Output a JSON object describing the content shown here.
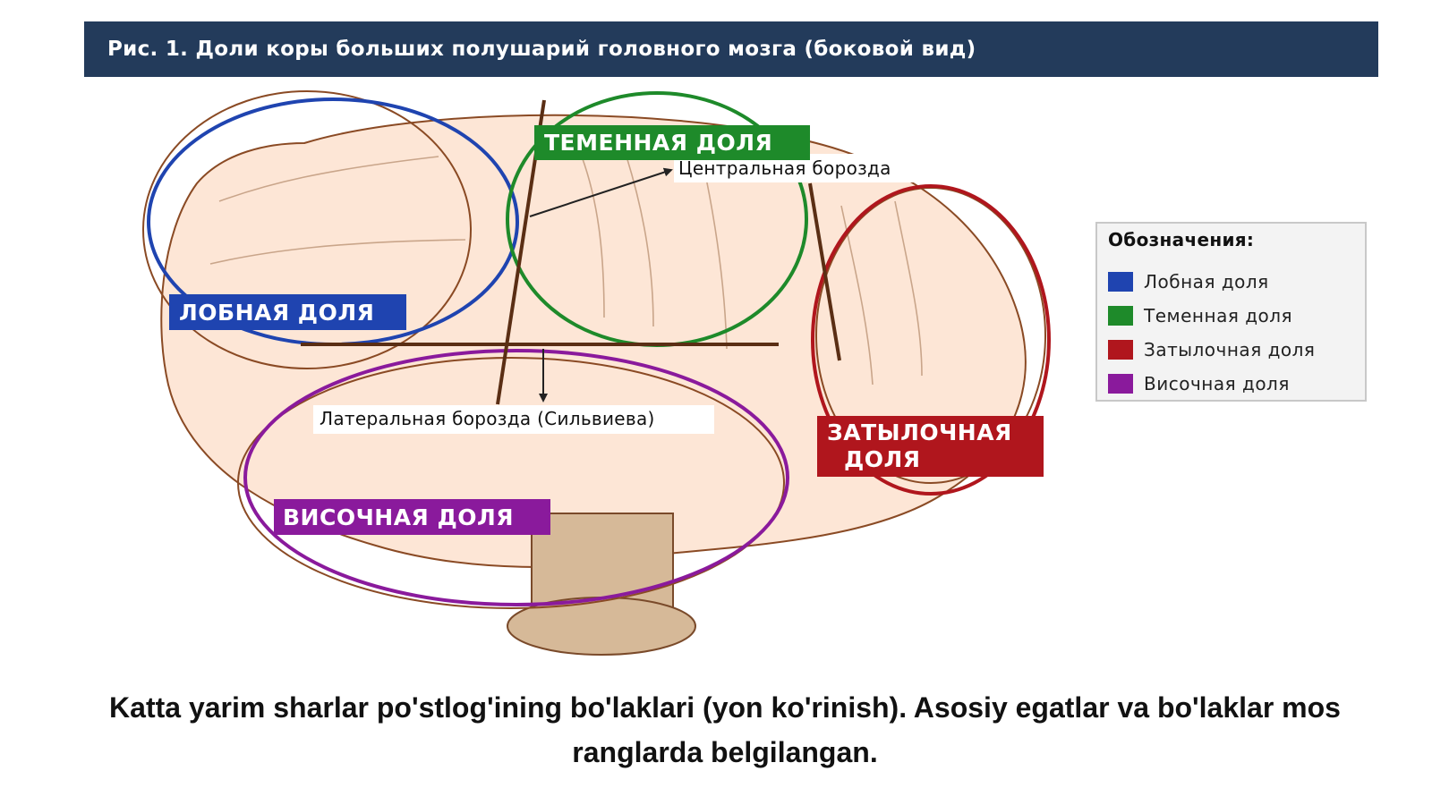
{
  "figure": {
    "title": "Рис. 1. Доли коры больших полушарий головного мозга (боковой вид)"
  },
  "lobes": {
    "frontal": {
      "label": "ЛОБНАЯ ДОЛЯ",
      "color": "#1f44b0"
    },
    "parietal": {
      "label": "ТЕМЕННАЯ ДОЛЯ",
      "color": "#1e8a2a"
    },
    "occipital": {
      "label_line1": "ЗАТЫЛОЧНАЯ",
      "label_line2": "ДОЛЯ",
      "color": "#b0161d"
    },
    "temporal": {
      "label": "ВИСОЧНАЯ ДОЛЯ",
      "color": "#8a1a9c"
    }
  },
  "sulci": {
    "central": "Центральная борозда",
    "lateral": "Латеральная борозда (Сильвиева)"
  },
  "legend": {
    "title": "Обозначения:",
    "items": [
      {
        "label": "Лобная доля",
        "color": "#1f44b0"
      },
      {
        "label": "Теменная доля",
        "color": "#1e8a2a"
      },
      {
        "label": "Затылочная доля",
        "color": "#b0161d"
      },
      {
        "label": "Височная доля",
        "color": "#8a1a9c"
      }
    ]
  },
  "caption": "Katta yarim sharlar po'stlog'ining bo'laklari (yon ko'rinish). Asosiy egatlar va bo'laklar mos ranglarda belgilangan."
}
